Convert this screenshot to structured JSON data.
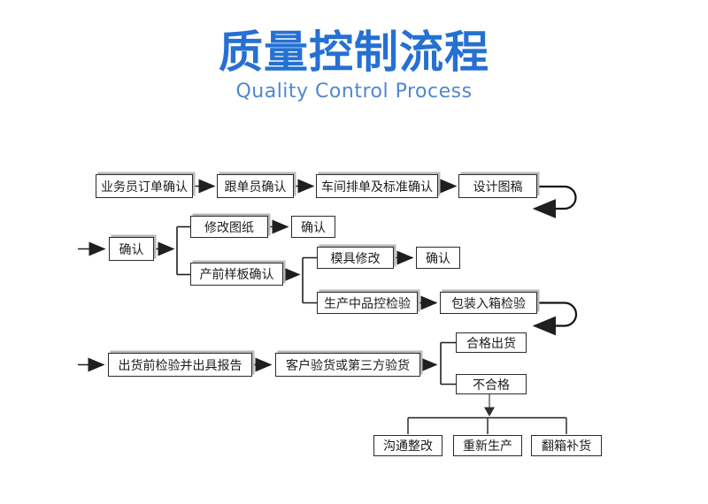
{
  "title": "质量控制流程",
  "subtitle": "Quality Control Process",
  "colors": {
    "title_blue": "#2570d2",
    "subtitle_blue": "#4f87d3",
    "box_border": "#2b2b2b",
    "box_shadow": "#b8b8b8",
    "connector": "#1f1f1f"
  },
  "flowchart": {
    "nodes": [
      {
        "label": "业务员订单确认"
      },
      {
        "label": "跟单员确认"
      },
      {
        "label": "车间排单及标准确认"
      },
      {
        "label": "设计图稿"
      },
      {
        "label": "确认"
      },
      {
        "label": "修改图纸"
      },
      {
        "label": "确认"
      },
      {
        "label": "产前样板确认"
      },
      {
        "label": "模具修改"
      },
      {
        "label": "确认"
      },
      {
        "label": "生产中品控检验"
      },
      {
        "label": "包装入箱检验"
      },
      {
        "label": "出货前检验并出具报告"
      },
      {
        "label": "客户验货或第三方验货"
      },
      {
        "label": "合格出货"
      },
      {
        "label": "不合格"
      },
      {
        "label": "沟通整改"
      },
      {
        "label": "重新生产"
      },
      {
        "label": "翻箱补货"
      }
    ]
  }
}
